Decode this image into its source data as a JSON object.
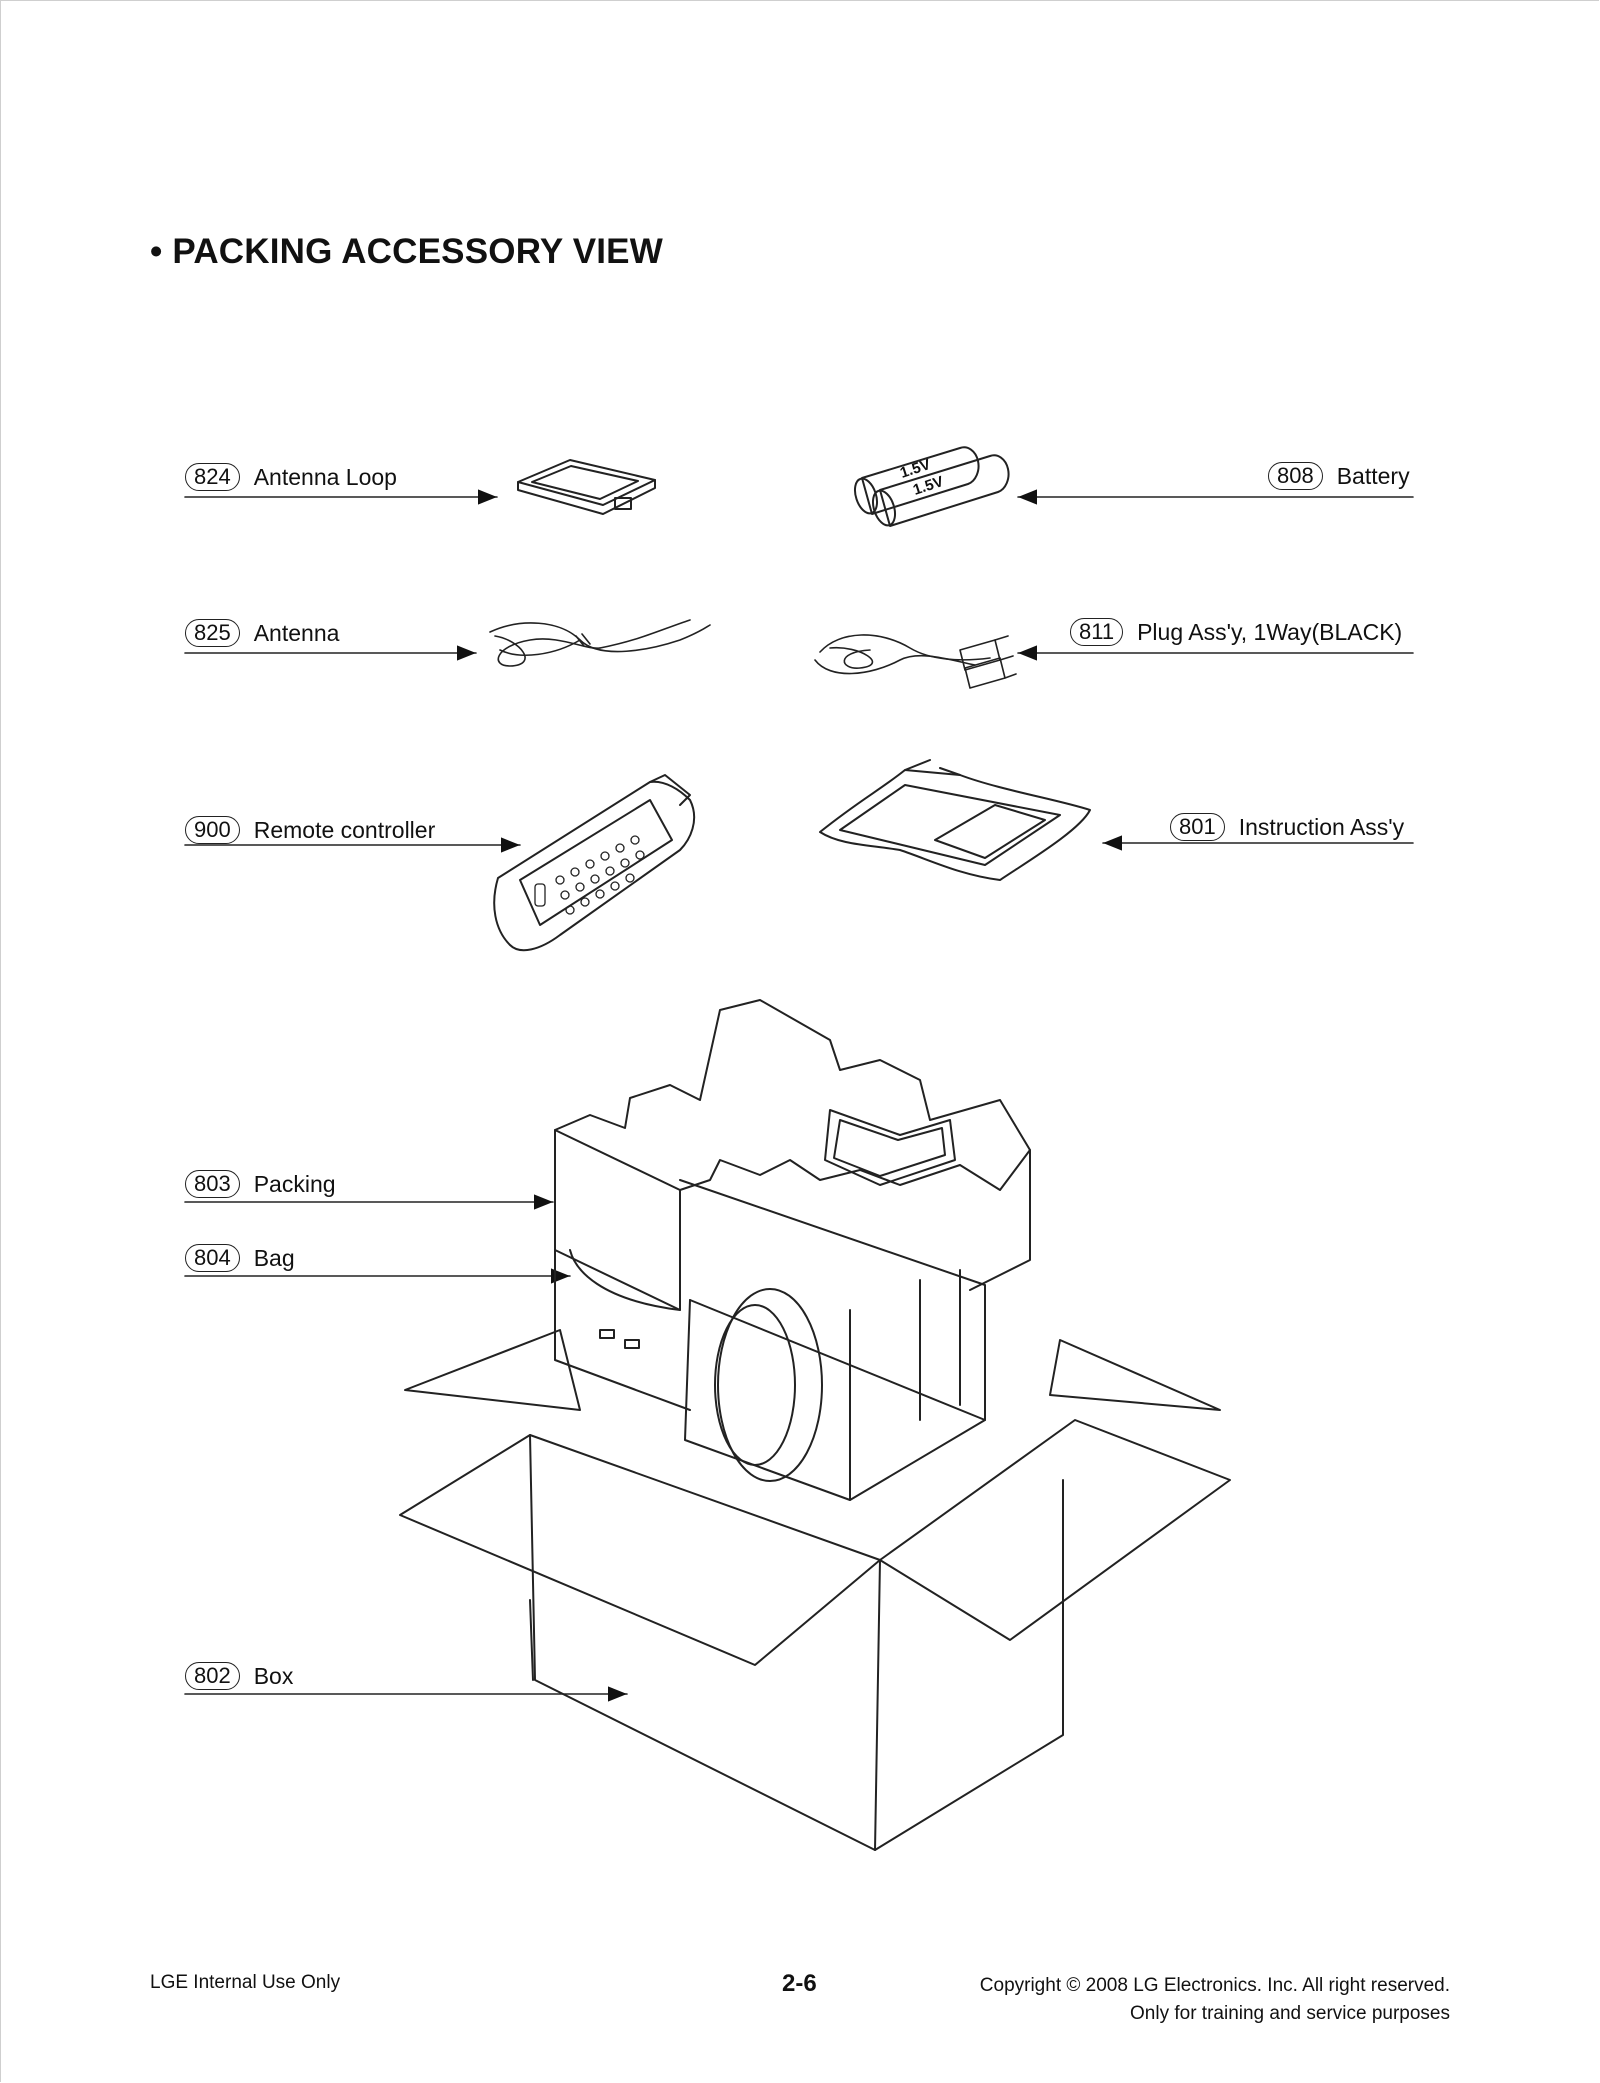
{
  "title": "• PACKING ACCESSORY VIEW",
  "callouts": [
    {
      "num": "824",
      "label": "Antenna Loop"
    },
    {
      "num": "808",
      "label": "Battery"
    },
    {
      "num": "825",
      "label": "Antenna"
    },
    {
      "num": "811",
      "label": "Plug Ass'y, 1Way(BLACK)"
    },
    {
      "num": "900",
      "label": "Remote controller"
    },
    {
      "num": "801",
      "label": "Instruction Ass'y"
    },
    {
      "num": "803",
      "label": "Packing"
    },
    {
      "num": "804",
      "label": "Bag"
    },
    {
      "num": "802",
      "label": "Box"
    }
  ],
  "battery_text": [
    "1.5V",
    "1.5V"
  ],
  "footer": {
    "left": "LGE Internal Use Only",
    "page": "2-6",
    "copyright": "Copyright © 2008 LG Electronics. Inc. All right reserved.",
    "note": "Only for training and service purposes"
  }
}
